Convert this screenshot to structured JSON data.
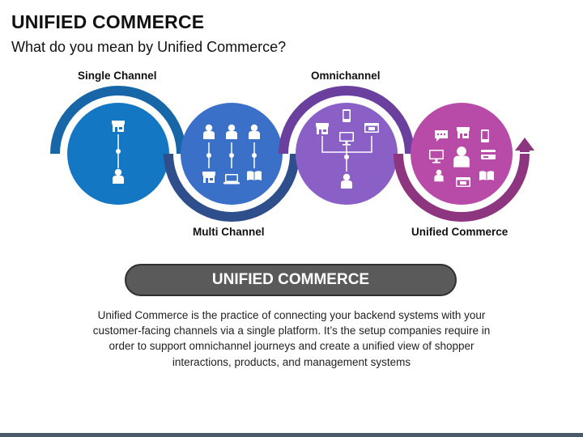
{
  "title": "UNIFIED COMMERCE",
  "subtitle": "What do you mean by Unified Commerce?",
  "stages": [
    {
      "label": "Single Channel",
      "color": "#1477c4",
      "ring": "#1666a8"
    },
    {
      "label": "Multi Channel",
      "color": "#3b70c8",
      "ring": "#2e4f8c"
    },
    {
      "label": "Omnichannel",
      "color": "#8a5fc6",
      "ring": "#6a3f9e"
    },
    {
      "label": "Unified Commerce",
      "color": "#b84aa8",
      "ring": "#8e3580"
    }
  ],
  "banner": "UNIFIED COMMERCE",
  "description": "Unified Commerce is the practice of connecting your backend systems with your customer-facing channels via a single platform. It’s the setup companies require in order to support omnichannel journeys and create a unified view of shopper interactions, products, and management systems",
  "icons": [
    "store-icon",
    "person-icon",
    "laptop-icon",
    "book-icon",
    "mobile-icon",
    "monitor-icon",
    "browser-icon",
    "chat-icon",
    "card-icon"
  ]
}
